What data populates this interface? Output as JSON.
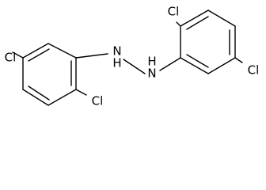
{
  "molecule": {
    "atoms": [
      {
        "id": "cl_left",
        "label": "Cl"
      },
      {
        "id": "n1",
        "label": "N"
      },
      {
        "id": "h1",
        "label": "H"
      },
      {
        "id": "n2",
        "label": "N"
      },
      {
        "id": "h2",
        "label": "H"
      },
      {
        "id": "cl_bottom",
        "label": "Cl"
      },
      {
        "id": "cl_top",
        "label": "Cl"
      },
      {
        "id": "cl_right",
        "label": "Cl"
      }
    ]
  }
}
